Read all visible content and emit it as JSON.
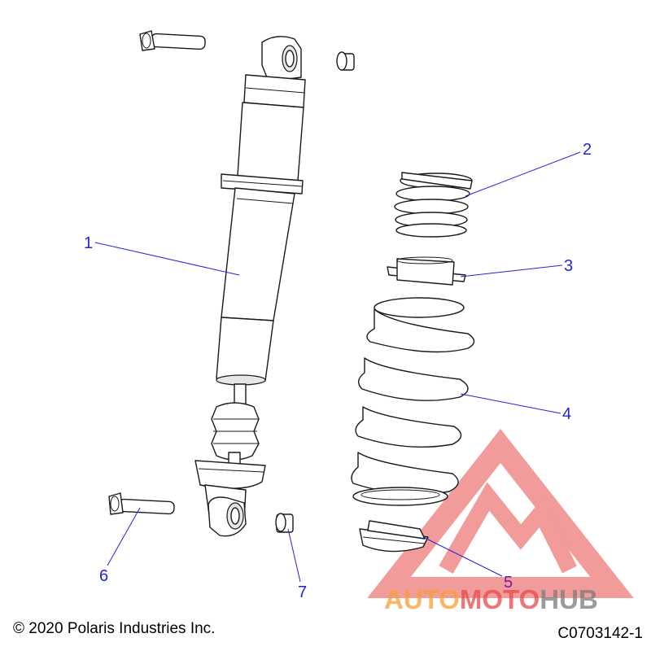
{
  "callouts": [
    {
      "id": "1",
      "label": "1"
    },
    {
      "id": "2",
      "label": "2"
    },
    {
      "id": "3",
      "label": "3"
    },
    {
      "id": "4",
      "label": "4"
    },
    {
      "id": "5",
      "label": "5"
    },
    {
      "id": "6",
      "label": "6"
    },
    {
      "id": "7",
      "label": "7"
    }
  ],
  "footer": {
    "copyright": "© 2020 Polaris Industries Inc.",
    "drawing_number": "C0703142-1"
  },
  "watermark": {
    "part1": "AUTO",
    "part2": "MOTO",
    "part3": "HUB"
  },
  "colors": {
    "leader": "#2323d8",
    "callout_text": "#2323d8",
    "callout_5_text": "#6a1fa8",
    "watermark_red": "#e84a4a",
    "watermark_orange": "#f6a035",
    "watermark_gray": "#7a7a7a"
  }
}
